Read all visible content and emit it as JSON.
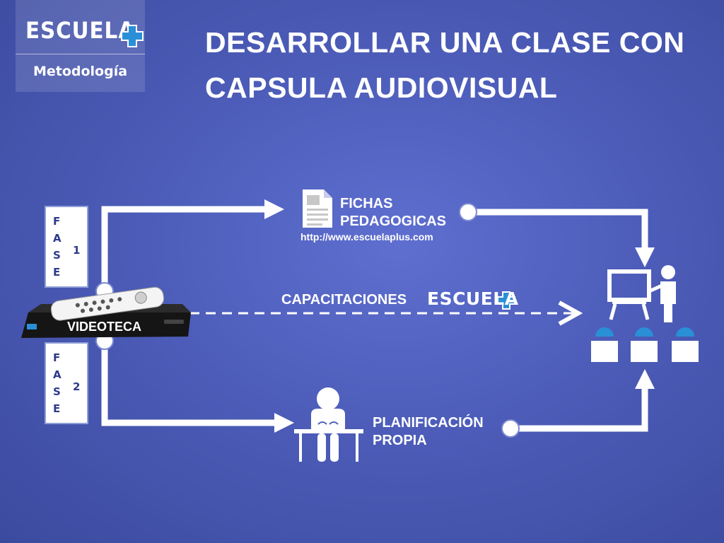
{
  "logo": {
    "word": "ESCUELA",
    "subtitle": "Metodología"
  },
  "title": {
    "line1": "DESARROLLAR UNA CLASE CON",
    "line2": "CAPSULA AUDIOVISUAL"
  },
  "fase1": {
    "letters": [
      "F",
      "A",
      "S",
      "E"
    ],
    "number": "1"
  },
  "fase2": {
    "letters": [
      "F",
      "A",
      "S",
      "E"
    ],
    "number": "2"
  },
  "videoteca": "VIDEOTECA",
  "fichas": {
    "line1": "FICHAS",
    "line2": "PEDAGOGICAS",
    "url": "http://www.escuelaplus.com"
  },
  "capacitaciones": {
    "label": "CAPACITACIONES",
    "logo_word": "ESCUELA"
  },
  "planificacion": {
    "line1": "PLANIFICACIÓN",
    "line2": "PROPIA"
  },
  "colors": {
    "accent_blue": "#2a8fd6",
    "background": "#4c5cb8"
  }
}
